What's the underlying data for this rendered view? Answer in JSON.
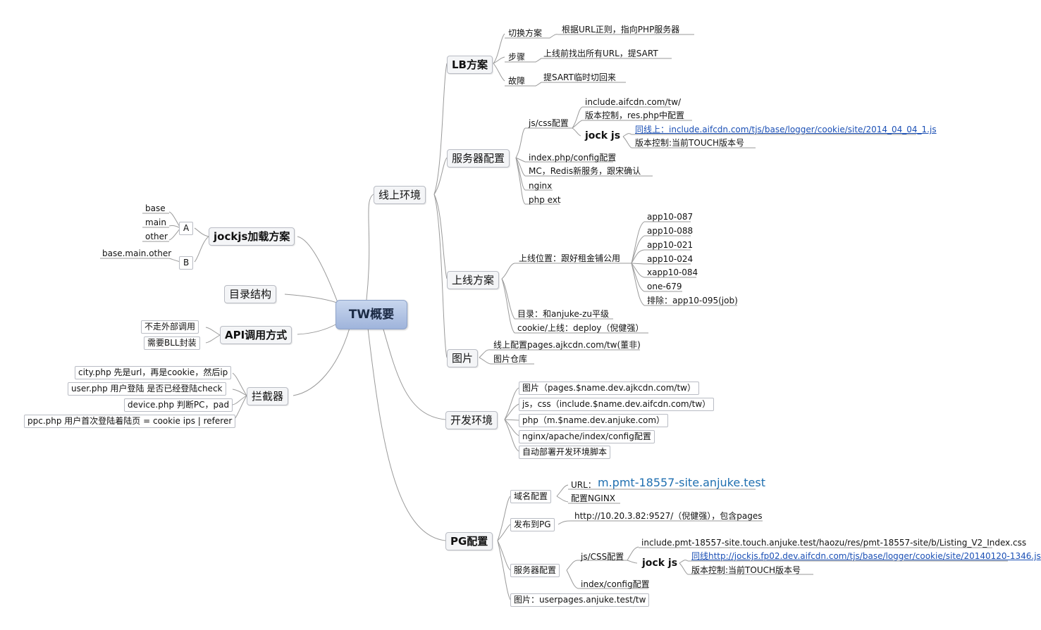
{
  "center": "TW概要",
  "online": {
    "label": "线上环境",
    "lb": {
      "label": "LB方案",
      "switch_label": "切换方案",
      "switch_value": "根据URL正则，指向PHP服务器",
      "steps_label": "步骤",
      "steps_value": "上线前找出所有URL，提SART",
      "fault_label": "故障",
      "fault_value": "提SART临时切回来"
    },
    "server": {
      "label": "服务器配置",
      "jscss_label": "js/css配置",
      "include": "include.aifcdn.com/tw/",
      "version": "版本控制，res.php中配置",
      "jockjs": "jock js",
      "jockjs_link": "同线上：include.aifcdn.com/tjs/base/logger/cookie/site/2014_04_04_1.js",
      "jockjs_version": "版本控制:当前TOUCH版本号",
      "index": "index.php/config配置",
      "mc": "MC，Redis新服务，跟宋确认",
      "nginx": "nginx",
      "phpext": "php ext"
    },
    "deploy": {
      "label": "上线方案",
      "position": "上线位置：跟好租金铺公用",
      "servers": [
        "app10-087",
        "app10-088",
        "app10-021",
        "app10-024",
        "xapp10-084",
        "one-679",
        "排除：app10-095(job)"
      ],
      "dir": "目录：和anjuke-zu平级",
      "cookie": "cookie/上线：deploy（倪健强）"
    },
    "images": {
      "label": "图片",
      "online_config": "线上配置pages.ajkcdn.com/tw(董非)",
      "repo": "图片仓库"
    }
  },
  "dev": {
    "label": "开发环境",
    "items": [
      "图片（pages.$name.dev.ajkcdn.com/tw）",
      "js，css（include.$name.dev.aifcdn.com/tw）",
      "php（m.$name.dev.anjuke.com）",
      "nginx/apache/index/config配置",
      "自动部署开发环境脚本"
    ]
  },
  "pg": {
    "label": "PG配置",
    "domain_label": "域名配置",
    "url_prefix": "URL：",
    "url_value": "m.pmt-18557-site.anjuke.test",
    "nginx": "配置NGINX",
    "publish_label": "发布到PG",
    "publish_value": "http://10.20.3.82:9527/（倪健强），包含pages",
    "server_label": "服务器配置",
    "jscss_label": "js/CSS配置",
    "include": "include.pmt-18557-site.touch.anjuke.test/haozu/res/pmt-18557-site/b/Listing_V2_Index.css",
    "jockjs": "jock js",
    "jockjs_link": "同线http://jockjs.fp02.dev.aifcdn.com/tjs/base/logger/cookie/site/20140120-1346.js",
    "jockjs_version": "版本控制:当前TOUCH版本号",
    "index": "index/config配置",
    "images": "图片：userpages.anjuke.test/tw"
  },
  "left": {
    "jockjs": {
      "label": "jockjs加载方案",
      "a": "A",
      "b": "B",
      "a_items": [
        "base",
        "main",
        "other"
      ],
      "b_item": "base.main.other"
    },
    "dir": "目录结构",
    "api": {
      "label": "API调用方式",
      "items": [
        "不走外部调用",
        "需要BLL封装"
      ]
    },
    "interceptor": {
      "label": "拦截器",
      "items": [
        "city.php 先是url，再是cookie，然后ip",
        "user.php 用户登陆 是否已经登陆check",
        "device.php 判断PC，pad",
        "ppc.php 用户首次登陆着陆页 = cookie ips | referer"
      ]
    }
  }
}
